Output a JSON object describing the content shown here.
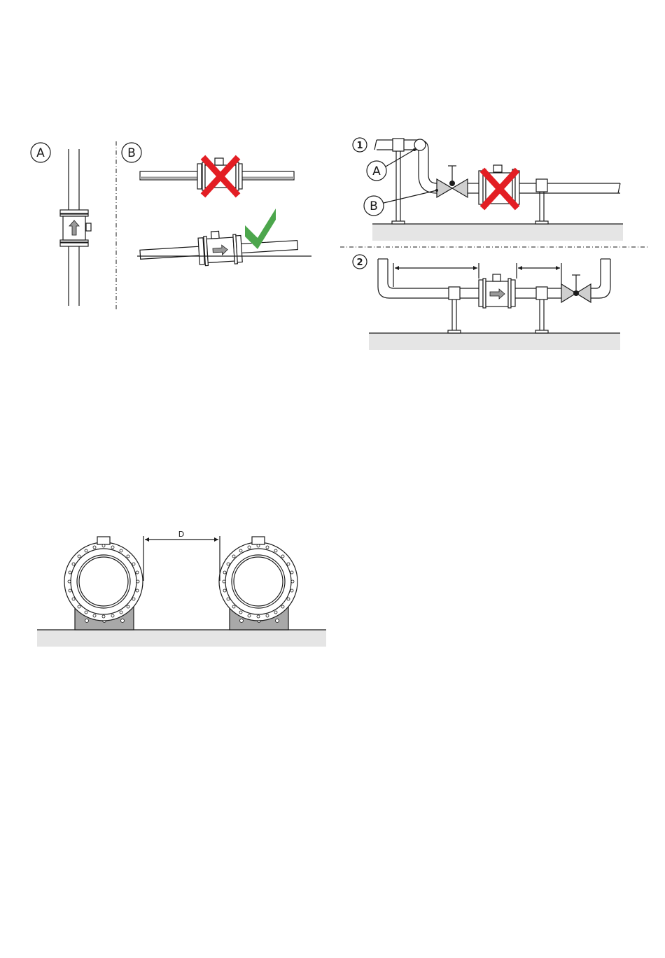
{
  "figure1": {
    "label_a": "A",
    "label_b": "B"
  },
  "figure2": {
    "marker_1": "1",
    "marker_2": "2",
    "label_a": "A",
    "label_b": "B"
  },
  "figure3": {
    "dimension_label": "D"
  },
  "colors": {
    "cross": "#e31e24",
    "check": "#4ca64c",
    "ground": "#e5e5e5",
    "support": "#a8a8a8",
    "line": "#1a1a1a"
  }
}
